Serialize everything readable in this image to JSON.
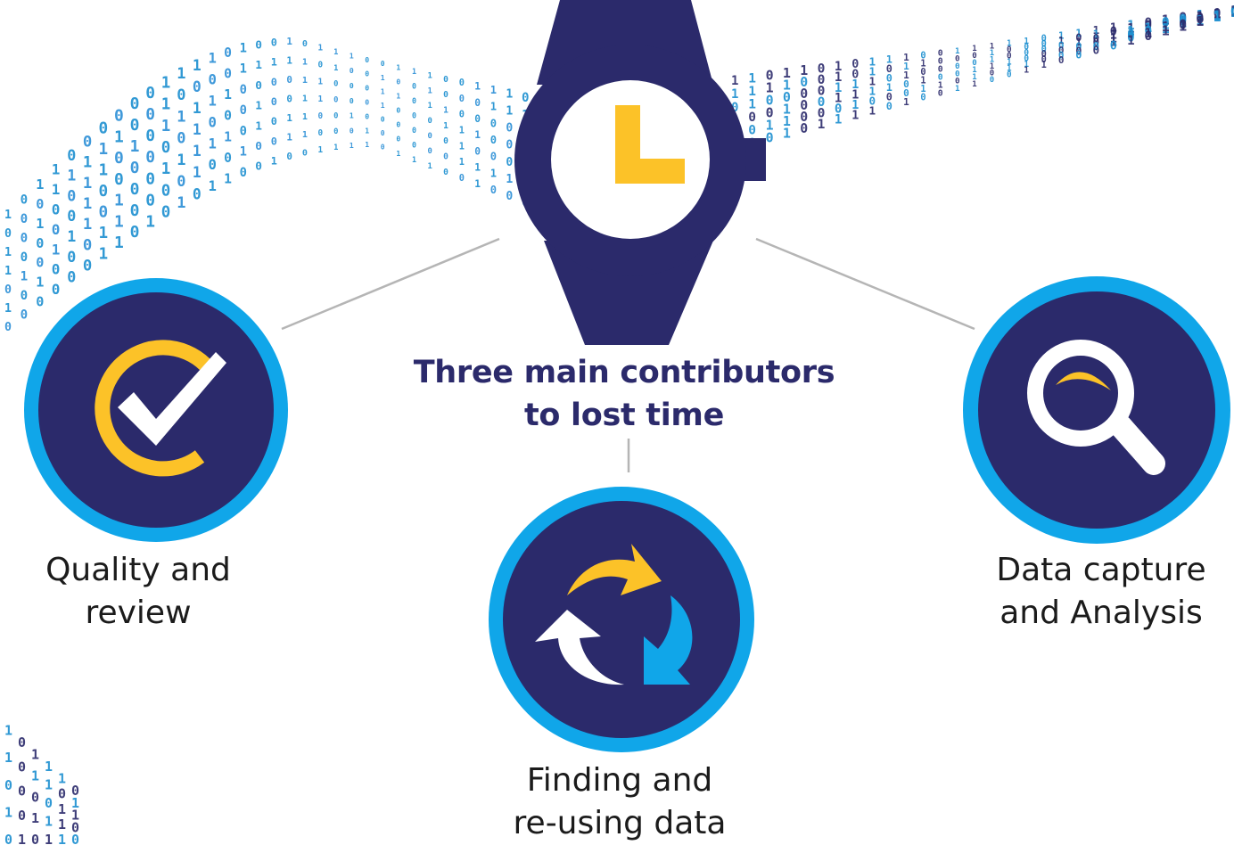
{
  "title": {
    "line1": "Three main contributors",
    "line2": "to lost time"
  },
  "contributors": [
    {
      "line1": "Quality and",
      "line2": "review",
      "icon": "checkmark-icon"
    },
    {
      "line1": "Finding and",
      "line2": "re-using data",
      "icon": "cycle-arrows-icon"
    },
    {
      "line1": "Data capture",
      "line2": "and Analysis",
      "icon": "magnifier-icon"
    }
  ],
  "colors": {
    "navy": "#2b2a6b",
    "ring": "#10a6e9",
    "yellow": "#fcc228",
    "binary_blue": "#1b8fd0"
  }
}
